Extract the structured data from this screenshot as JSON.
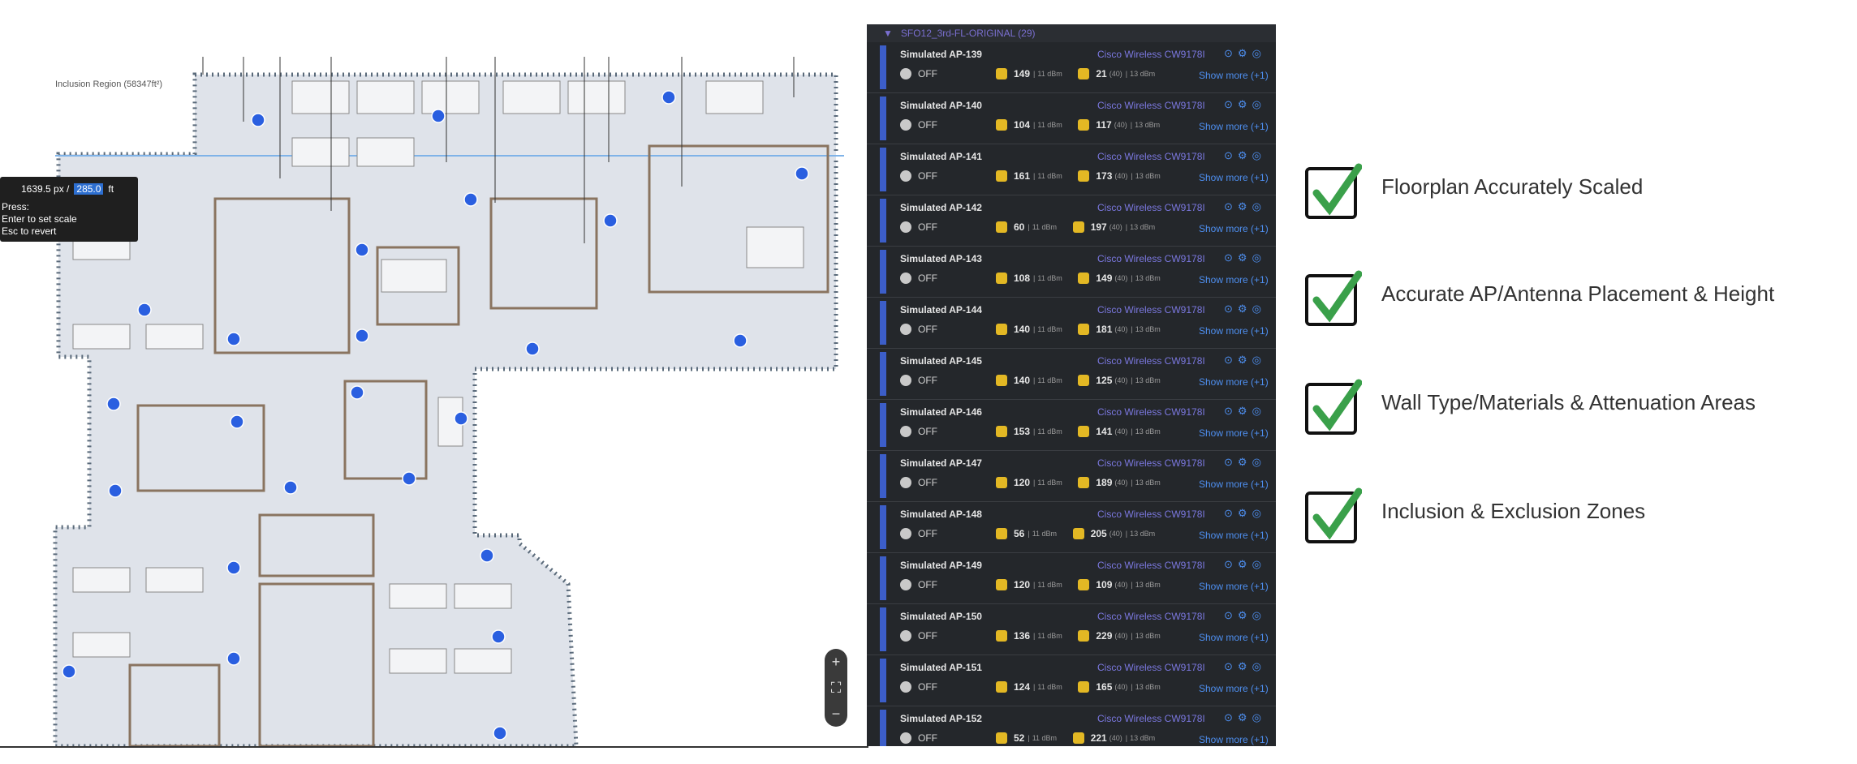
{
  "floorplan": {
    "inclusion_label": "Inclusion Region (58347ft²)",
    "scale_popup": {
      "pixels": "1639.5 px /",
      "value": "285.0",
      "unit": "ft",
      "help": [
        "Press:",
        "Enter to set scale",
        "Esc to revert"
      ]
    },
    "zoom_controls": [
      "+",
      "⛶",
      "−"
    ]
  },
  "ap_panel": {
    "header": "SFO12_3rd-FL-ORIGINAL (29)",
    "rows": [
      {
        "name": "Simulated AP-139",
        "model": "Cisco Wireless CW9178I",
        "status": "OFF",
        "ch5": "149",
        "ch5_pwr": "11 dBm",
        "ch6": "21",
        "ch6_w": "(40)",
        "ch6_pwr": "13 dBm",
        "more": "Show more (+1)"
      },
      {
        "name": "Simulated AP-140",
        "model": "Cisco Wireless CW9178I",
        "status": "OFF",
        "ch5": "104",
        "ch5_pwr": "11 dBm",
        "ch6": "117",
        "ch6_w": "(40)",
        "ch6_pwr": "13 dBm",
        "more": "Show more (+1)"
      },
      {
        "name": "Simulated AP-141",
        "model": "Cisco Wireless CW9178I",
        "status": "OFF",
        "ch5": "161",
        "ch5_pwr": "11 dBm",
        "ch6": "173",
        "ch6_w": "(40)",
        "ch6_pwr": "13 dBm",
        "more": "Show more (+1)"
      },
      {
        "name": "Simulated AP-142",
        "model": "Cisco Wireless CW9178I",
        "status": "OFF",
        "ch5": "60",
        "ch5_pwr": "11 dBm",
        "ch6": "197",
        "ch6_w": "(40)",
        "ch6_pwr": "13 dBm",
        "more": "Show more (+1)"
      },
      {
        "name": "Simulated AP-143",
        "model": "Cisco Wireless CW9178I",
        "status": "OFF",
        "ch5": "108",
        "ch5_pwr": "11 dBm",
        "ch6": "149",
        "ch6_w": "(40)",
        "ch6_pwr": "13 dBm",
        "more": "Show more (+1)"
      },
      {
        "name": "Simulated AP-144",
        "model": "Cisco Wireless CW9178I",
        "status": "OFF",
        "ch5": "140",
        "ch5_pwr": "11 dBm",
        "ch6": "181",
        "ch6_w": "(40)",
        "ch6_pwr": "13 dBm",
        "more": "Show more (+1)"
      },
      {
        "name": "Simulated AP-145",
        "model": "Cisco Wireless CW9178I",
        "status": "OFF",
        "ch5": "140",
        "ch5_pwr": "11 dBm",
        "ch6": "125",
        "ch6_w": "(40)",
        "ch6_pwr": "13 dBm",
        "more": "Show more (+1)"
      },
      {
        "name": "Simulated AP-146",
        "model": "Cisco Wireless CW9178I",
        "status": "OFF",
        "ch5": "153",
        "ch5_pwr": "11 dBm",
        "ch6": "141",
        "ch6_w": "(40)",
        "ch6_pwr": "13 dBm",
        "more": "Show more (+1)"
      },
      {
        "name": "Simulated AP-147",
        "model": "Cisco Wireless CW9178I",
        "status": "OFF",
        "ch5": "120",
        "ch5_pwr": "11 dBm",
        "ch6": "189",
        "ch6_w": "(40)",
        "ch6_pwr": "13 dBm",
        "more": "Show more (+1)"
      },
      {
        "name": "Simulated AP-148",
        "model": "Cisco Wireless CW9178I",
        "status": "OFF",
        "ch5": "56",
        "ch5_pwr": "11 dBm",
        "ch6": "205",
        "ch6_w": "(40)",
        "ch6_pwr": "13 dBm",
        "more": "Show more (+1)"
      },
      {
        "name": "Simulated AP-149",
        "model": "Cisco Wireless CW9178I",
        "status": "OFF",
        "ch5": "120",
        "ch5_pwr": "11 dBm",
        "ch6": "109",
        "ch6_w": "(40)",
        "ch6_pwr": "13 dBm",
        "more": "Show more (+1)"
      },
      {
        "name": "Simulated AP-150",
        "model": "Cisco Wireless CW9178I",
        "status": "OFF",
        "ch5": "136",
        "ch5_pwr": "11 dBm",
        "ch6": "229",
        "ch6_w": "(40)",
        "ch6_pwr": "13 dBm",
        "more": "Show more (+1)"
      },
      {
        "name": "Simulated AP-151",
        "model": "Cisco Wireless CW9178I",
        "status": "OFF",
        "ch5": "124",
        "ch5_pwr": "11 dBm",
        "ch6": "165",
        "ch6_w": "(40)",
        "ch6_pwr": "13 dBm",
        "more": "Show more (+1)"
      },
      {
        "name": "Simulated AP-152",
        "model": "Cisco Wireless CW9178I",
        "status": "OFF",
        "ch5": "52",
        "ch5_pwr": "11 dBm",
        "ch6": "221",
        "ch6_w": "(40)",
        "ch6_pwr": "13 dBm",
        "more": "Show more (+1)"
      }
    ]
  },
  "checklist": [
    "Floorplan Accurately Scaled",
    "Accurate AP/Antenna Placement & Height",
    "Wall Type/Materials & Attenuation Areas",
    "Inclusion & Exclusion Zones"
  ],
  "colors": {
    "check_green": "#3aa04a",
    "panel_bg": "#24272b",
    "link_blue": "#4e8ff0",
    "model_purple": "#7b78e0"
  }
}
